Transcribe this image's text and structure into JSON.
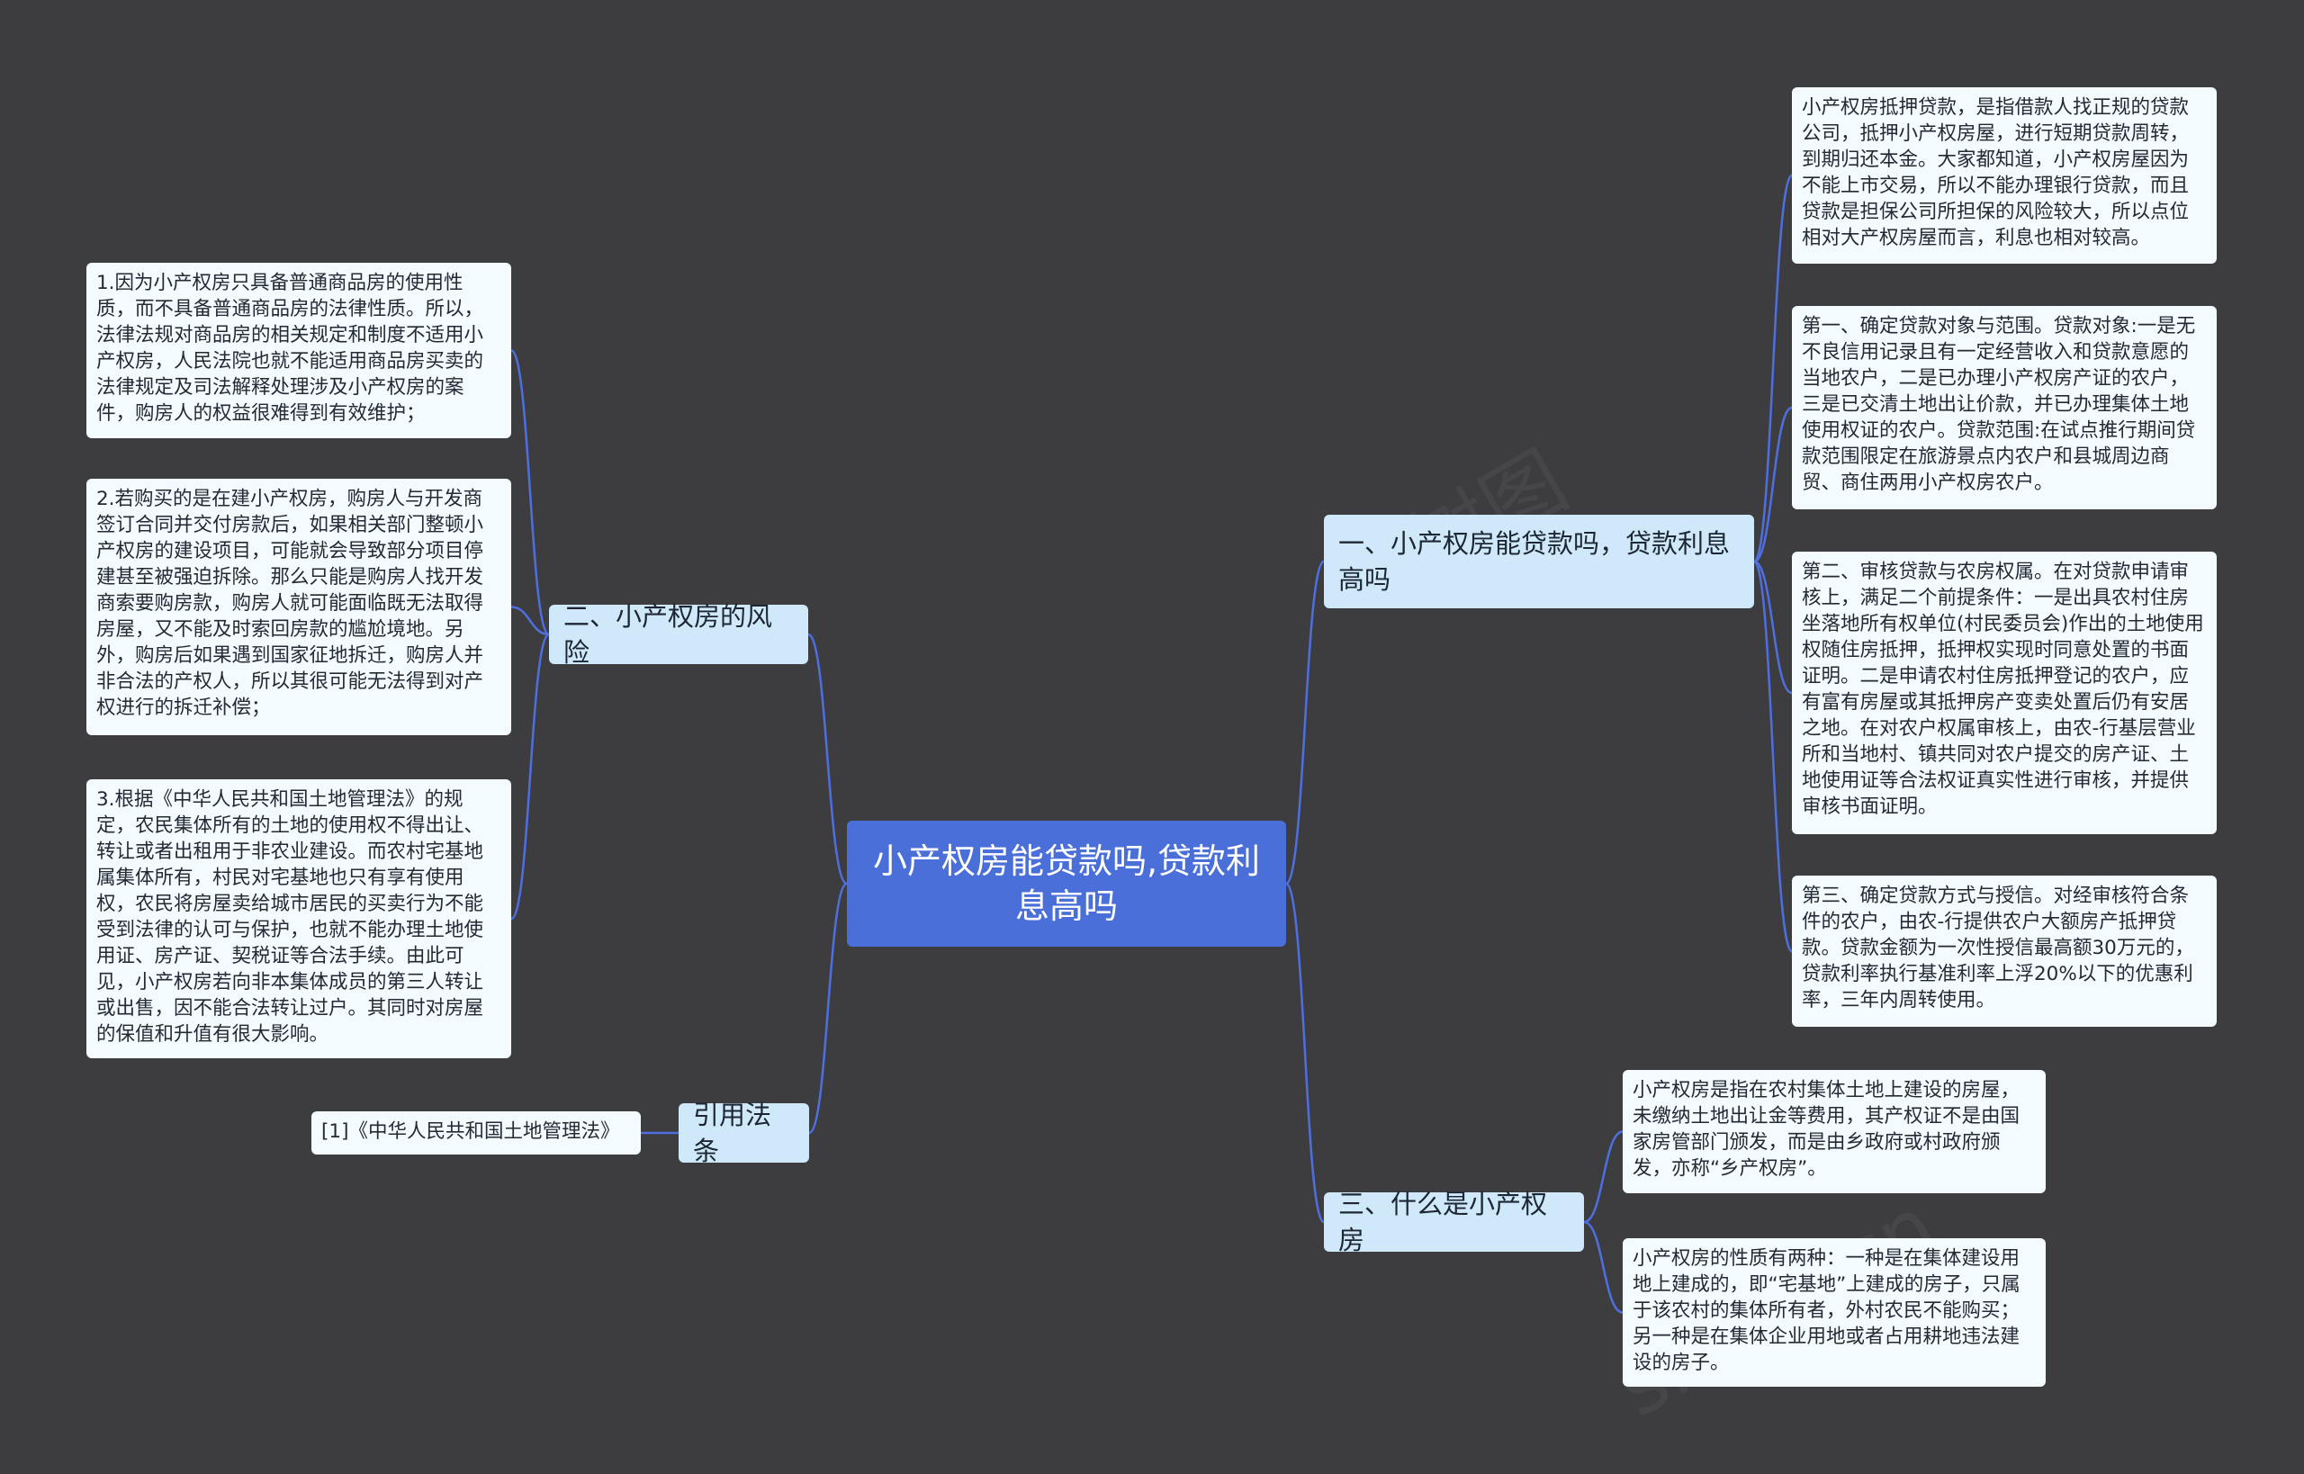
{
  "root": {
    "label": "小产权房能贷款吗,贷款利息高吗"
  },
  "branches": {
    "risk": {
      "label": "二、小产权房的风险",
      "items": [
        "1.因为小产权房只具备普通商品房的使用性质，而不具备普通商品房的法律性质。所以，法律法规对商品房的相关规定和制度不适用小产权房，人民法院也就不能适用商品房买卖的法律规定及司法解释处理涉及小产权房的案件，购房人的权益很难得到有效维护；",
        "2.若购买的是在建小产权房，购房人与开发商签订合同并交付房款后，如果相关部门整顿小产权房的建设项目，可能就会导致部分项目停建甚至被强迫拆除。那么只能是购房人找开发商索要购房款，购房人就可能面临既无法取得房屋，又不能及时索回房款的尴尬境地。另外，购房后如果遇到国家征地拆迁，购房人并非合法的产权人，所以其很可能无法得到对产权进行的拆迁补偿；",
        "3.根据《中华人民共和国土地管理法》的规定，农民集体所有的土地的使用权不得出让、转让或者出租用于非农业建设。而农村宅基地属集体所有，村民对宅基地也只有享有使用权，农民将房屋卖给城市居民的买卖行为不能受到法律的认可与保护，也就不能办理土地使用证、房产证、契税证等合法手续。由此可见，小产权房若向非本集体成员的第三人转让或出售，因不能合法转让过户。其同时对房屋的保值和升值有很大影响。"
      ]
    },
    "law": {
      "label": "引用法条",
      "items": [
        "[1]《中华人民共和国土地管理法》"
      ]
    },
    "loan": {
      "label": "一、小产权房能贷款吗，贷款利息高吗",
      "items": [
        "小产权房抵押贷款，是指借款人找正规的贷款公司，抵押小产权房屋，进行短期贷款周转，到期归还本金。大家都知道，小产权房屋因为不能上市交易，所以不能办理银行贷款，而且贷款是担保公司所担保的风险较大，所以点位相对大产权房屋而言，利息也相对较高。",
        "第一、确定贷款对象与范围。贷款对象:一是无不良信用记录且有一定经营收入和贷款意愿的当地农户，二是已办理小产权房产证的农户，三是已交清土地出让价款，并已办理集体土地使用权证的农户。贷款范围:在试点推行期间贷款范围限定在旅游景点内农户和县城周边商贸、商住两用小产权房农户。",
        "第二、审核贷款与农房权属。在对贷款申请审核上，满足二个前提条件：一是出具农村住房坐落地所有权单位(村民委员会)作出的土地使用权随住房抵押，抵押权实现时同意处置的书面证明。二是申请农村住房抵押登记的农户，应有富有房屋或其抵押房产变卖处置后仍有安居之地。在对农户权属审核上，由农-行基层营业所和当地村、镇共同对农户提交的房产证、土地使用证等合法权证真实性进行审核，并提供审核书面证明。",
        "第三、确定贷款方式与授信。对经审核符合条件的农户，由农-行提供农户大额房产抵押贷款。贷款金额为一次性授信最高额30万元的，贷款利率执行基准利率上浮20%以下的优惠利率，三年内周转使用。"
      ]
    },
    "what": {
      "label": "三、什么是小产权房",
      "items": [
        "小产权房是指在农村集体土地上建设的房屋，未缴纳土地出让金等费用，其产权证不是由国家房管部门颁发，而是由乡政府或村政府颁发，亦称“乡产权房”。",
        "小产权房的性质有两种：一种是在集体建设用地上建成的，即“宅基地”上建成的房子，只属于该农村的集体所有者，外村农民不能购买；另一种是在集体企业用地或者占用耕地违法建设的房子。"
      ]
    }
  },
  "watermarks": [
    "树图",
    "shutu.cn"
  ],
  "colors": {
    "background": "#3d3d40",
    "edge": "#4f6fe0",
    "root": "#4a6fd8",
    "branch": "#cfe9fb",
    "leaf": "#f3fbff"
  }
}
